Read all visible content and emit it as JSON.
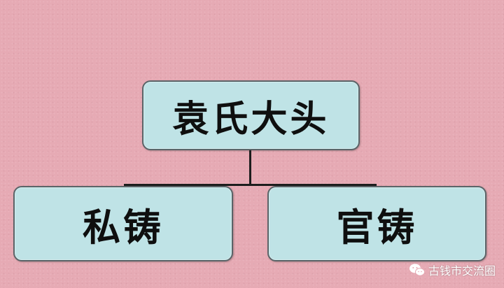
{
  "diagram": {
    "root": "袁氏大头",
    "children": [
      "私铸",
      "官铸"
    ]
  },
  "watermark": {
    "icon": "wechat-icon",
    "text": "古钱市交流圈"
  },
  "colors": {
    "background": "#e6aab4",
    "box_fill": "#bfe3e6",
    "box_border": "#5a6468",
    "connector": "#1d1d1d"
  }
}
